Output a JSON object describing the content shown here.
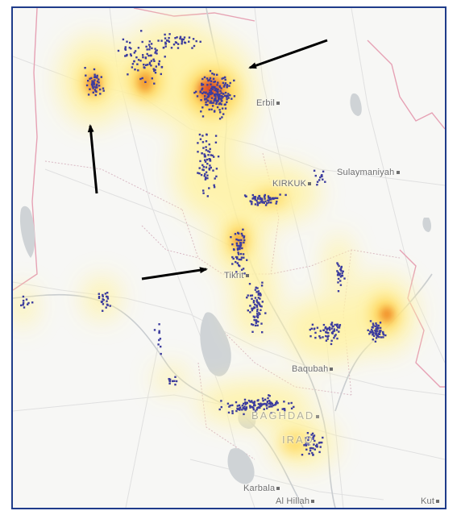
{
  "map": {
    "colors": {
      "land": "#f7f7f5",
      "water": "#cfd3d6",
      "border": "#e6a1b4",
      "province": "#d9b9c4",
      "road": "#e2e2e2",
      "heat_low": "#fff3a6",
      "heat_mid": "#ffcf3a",
      "heat_high": "#f08a2a",
      "heat_peak": "#d9402b",
      "points": "#3c3c9e",
      "arrow": "#000000",
      "frame": "#1f3c8a"
    },
    "cities": [
      {
        "name": "Erbil"
      },
      {
        "name": "Sulaymaniyah"
      },
      {
        "name": "KIRKUK"
      },
      {
        "name": "Tikrit"
      },
      {
        "name": "Baqubah"
      },
      {
        "name": "BAGHDAD"
      },
      {
        "name": "IRAQ"
      },
      {
        "name": "Karbala"
      },
      {
        "name": "Al Hillah"
      },
      {
        "name": "Kut"
      }
    ],
    "legend": []
  }
}
